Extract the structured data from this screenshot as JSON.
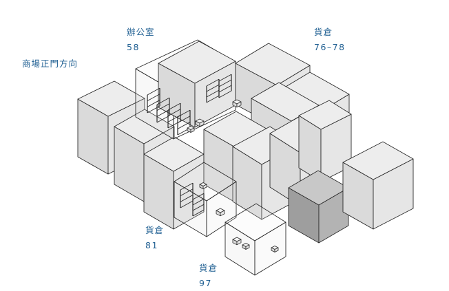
{
  "labels": {
    "entrance": "商場正門方向",
    "office": {
      "name": "辦公室",
      "number": "58"
    },
    "warehouse_76_78": {
      "name": "貨倉",
      "number": "76–78"
    },
    "warehouse_81": {
      "name": "貨倉",
      "number": "81"
    },
    "warehouse_97": {
      "name": "貨倉",
      "number": "97"
    }
  },
  "colors": {
    "label": "#1f5f92",
    "block_top": "#ededed",
    "block_left": "#dadada",
    "block_right": "#e6e6e6",
    "dark_top": "#c8c8c8",
    "dark_left": "#9e9e9e",
    "dark_right": "#b3b3b3",
    "edge": "#2a2a2a"
  }
}
